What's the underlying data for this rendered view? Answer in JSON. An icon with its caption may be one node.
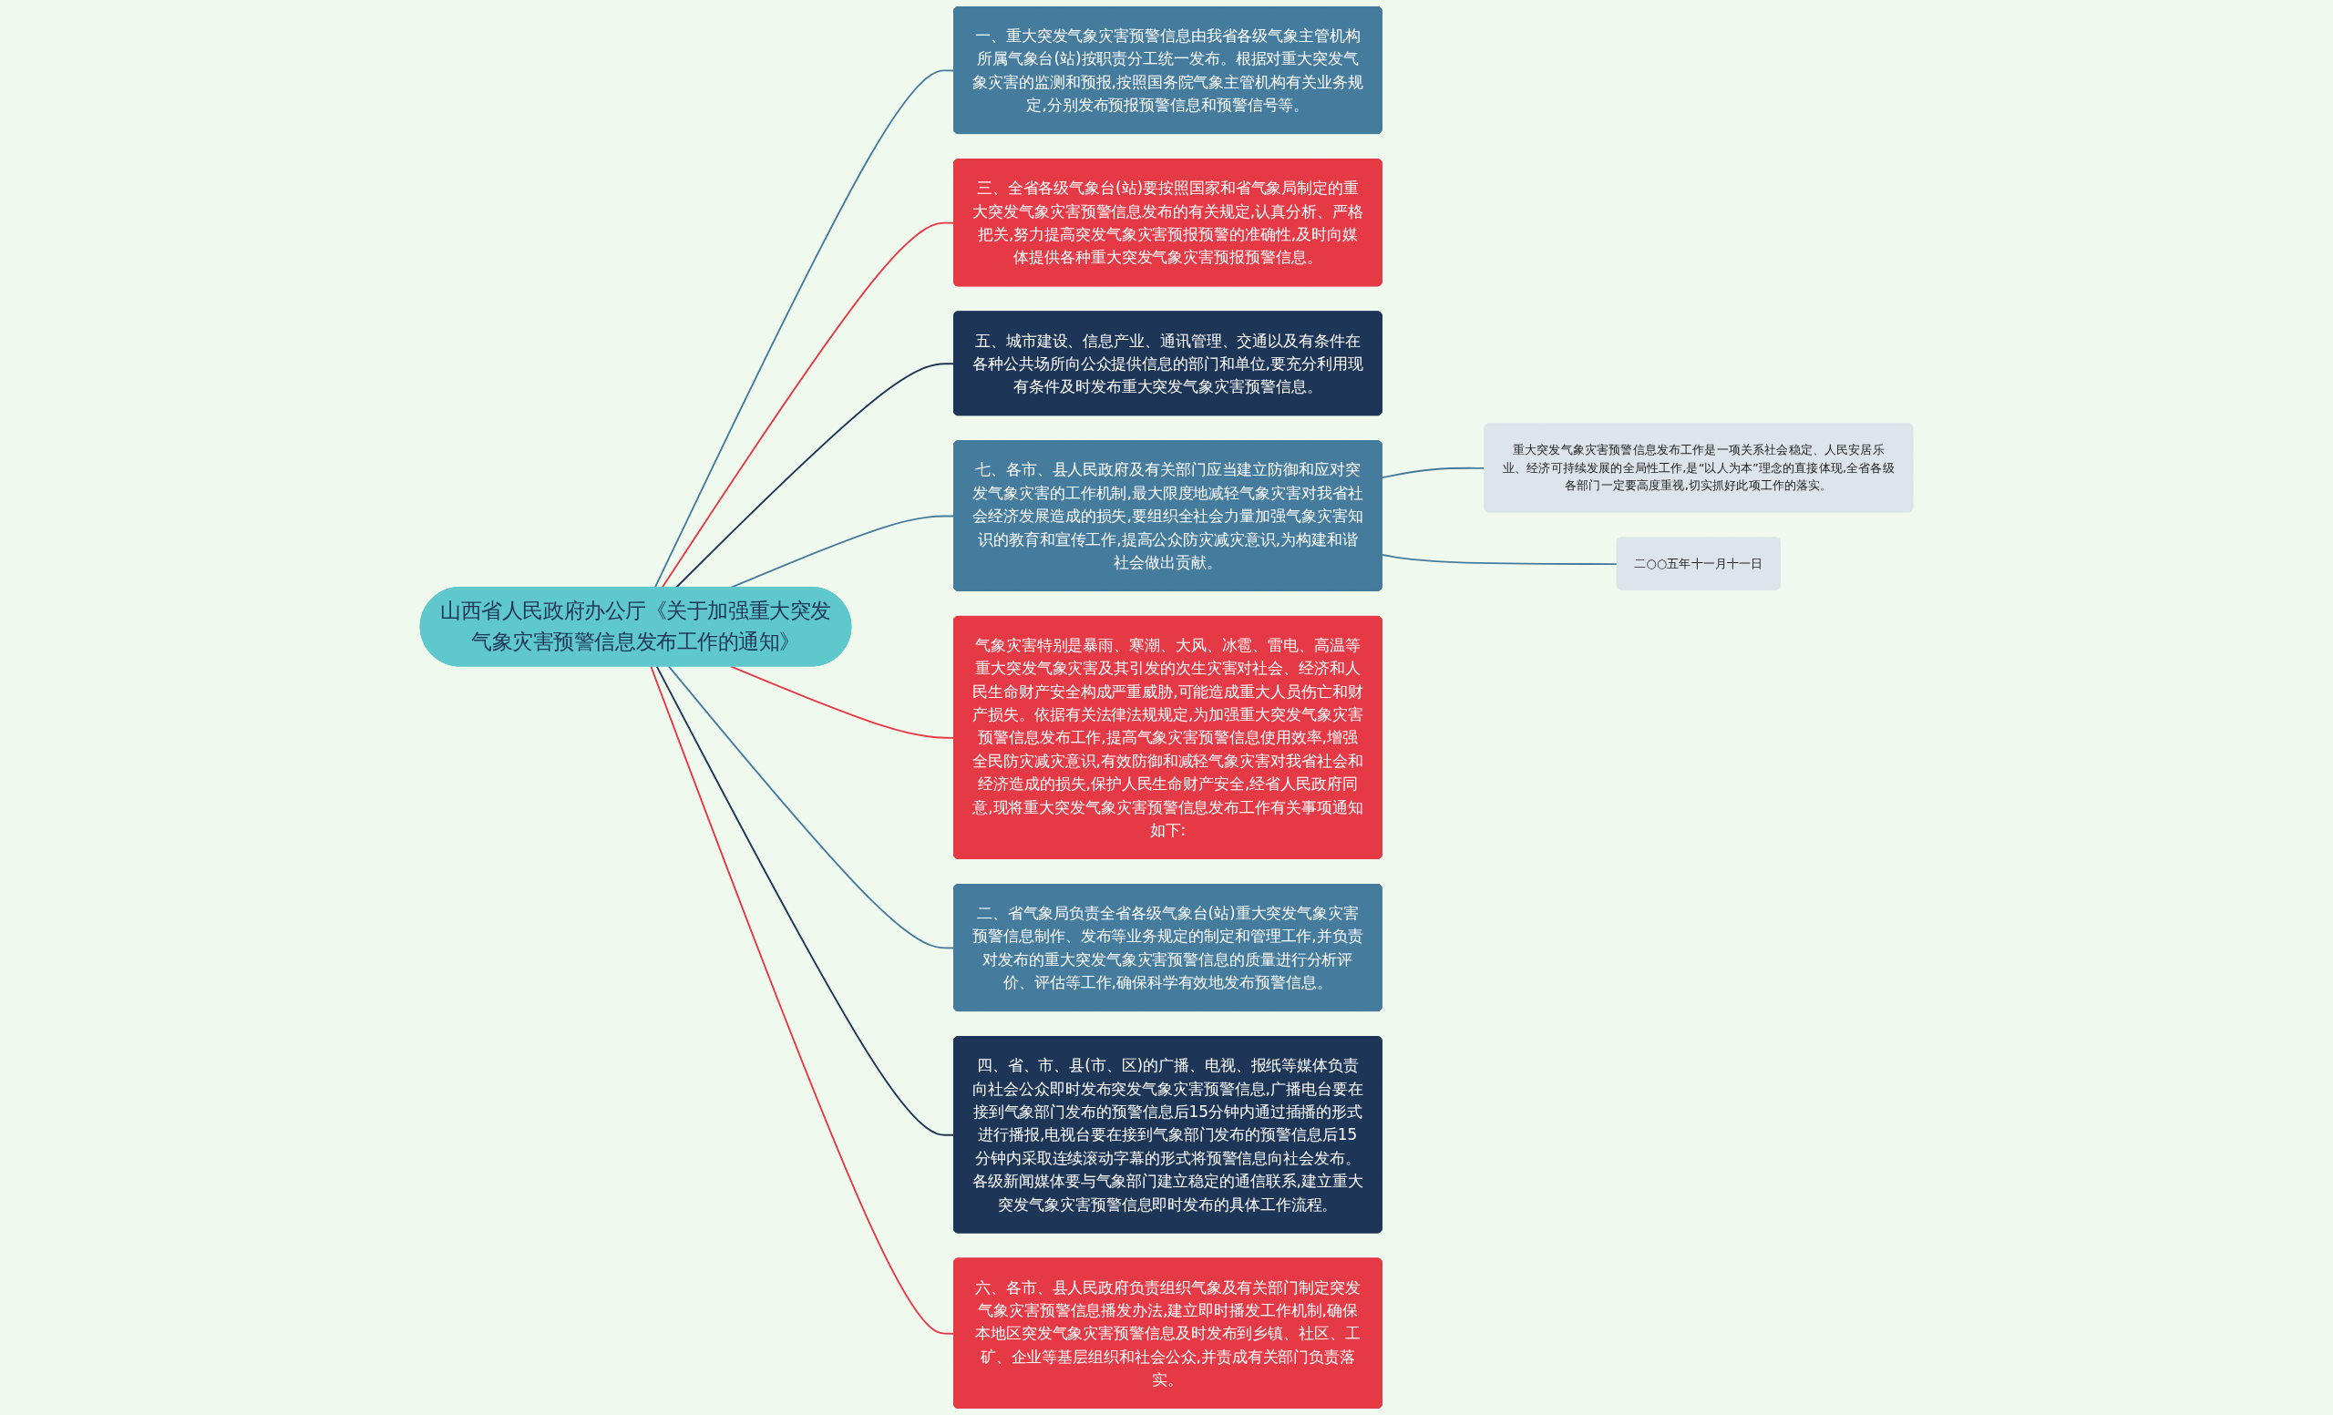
{
  "diagram": {
    "nodes": [
      {
        "text": [
          "山西省人民政府办公厅《关于加强重大突发气象灾害预警信息发布工作的通知》"
        ]
      },
      {
        "text": [
          "一、重大突发气象灾害预警信息由我省各级气象主管机构所属气象台(站)按职责分工统一发布。根据对重大突发气象灾害的监测和预报,按照国务院气象主管机构有关业务规定,分别发布预报预警信息和预警信号等。"
        ]
      },
      {
        "text": [
          "三、全省各级气象台(站)要按照国家和省气象局制定的重大突发气象灾害预警信息发布的有关规定,认真分析、严格把关,努力提高突发气象灾害预报预警的准确性,及时向媒体提供各种重大突发气象灾害预报预警信息。"
        ]
      },
      {
        "text": [
          "五、城市建设、信息产业、通讯管理、交通以及有条件在各种公共场所向公众提供信息的部门和单位,要充分利用现有条件及时发布重大突发气象灾害预警信息。"
        ]
      },
      {
        "text": [
          "七、各市、县人民政府及有关部门应当建立防御和应对突发气象灾害的工作机制,最大限度地减轻气象灾害对我省社会经济发展造成的损失,要组织全社会力量加强气象灾害知识的教育和宣传工作,提高公众防灾减灾意识,为构建和谐社会做出贡献。"
        ]
      },
      {
        "text": [
          "重大突发气象灾害预警信息发布工作是一项关系社会稳定、人民安居乐业、经济可持续发展的全局性工作,是“以人为本”理念的直接体现,全省各级各部门一定要高度重视,切实抓好此项工作的落实。"
        ]
      },
      {
        "text": [
          "二○○五年十一月十一日"
        ]
      },
      {
        "text": [
          "气象灾害特别是暴雨、寒潮、大风、冰雹、雷电、高温等重大突发气象灾害及其引发的次生灾害对社会、经济和人民生命财产安全构成严重威胁,可能造成重大人员伤亡和财产损失。依据有关法律法规规定,为加强重大突发气象灾害预警信息发布工作,提高气象灾害预警信息使用效率,增强全民防灾减灾意识,有效防御和减轻气象灾害对我省社会和经济造成的损失,保护人民生命财产安全,经省人民政府同意,现将重大突发气象灾害预警信息发布工作有关事项通知如下:"
        ]
      },
      {
        "text": [
          "二、省气象局负责全省各级气象台(站)重大突发气象灾害预警信息制作、发布等业务规定的制定和管理工作,并负责对发布的重大突发气象灾害预警信息的质量进行分析评价、评估等工作,确保科学有效地发布预警信息。"
        ]
      },
      {
        "text": [
          "四、省、市、县(市、区)的广播、电视、报纸等媒体负责向社会公众即时发布突发气象灾害预警信息,广播电台要在接到气象部门发布的预警信息后15分钟内通过插播的形式进行播报,电视台要在接到气象部门发布的预警信息后15分钟内采取连续滚动字幕的形式将预警信息向社会发布。各级新闻媒体要与气象部门建立稳定的通信联系,建立重大突发气象灾害预警信息即时发布的具体工作流程。"
        ]
      },
      {
        "text": [
          "六、各市、县人民政府负责组织气象及有关部门制定突发气象灾害预警信息播发办法,建立即时播发工作机制,确保本地区突发气象灾害预警信息及时发布到乡镇、社区、工矿、企业等基层组织和社会公众,并责成有关部门负责落实。"
        ]
      }
    ],
    "edges": [
      {
        "from": 0,
        "to": 1,
        "arrow": "none"
      },
      {
        "from": 0,
        "to": 2,
        "arrow": "none",
        "color": "#e63946"
      },
      {
        "from": 0,
        "to": 3,
        "arrow": "none",
        "color": "#1d3557"
      },
      {
        "from": 0,
        "to": 4,
        "arrow": "none"
      },
      {
        "from": 4,
        "to": 5,
        "arrow": "none"
      },
      {
        "from": 4,
        "to": 6,
        "arrow": "none"
      },
      {
        "from": 0,
        "to": 7,
        "arrow": "none",
        "color": "#e63946"
      },
      {
        "from": 0,
        "to": 8,
        "arrow": "none"
      },
      {
        "from": 0,
        "to": 9,
        "arrow": "none",
        "color": "#1d3557"
      },
      {
        "from": 0,
        "to": 10,
        "arrow": "none",
        "color": "#e63946"
      }
    ]
  }
}
